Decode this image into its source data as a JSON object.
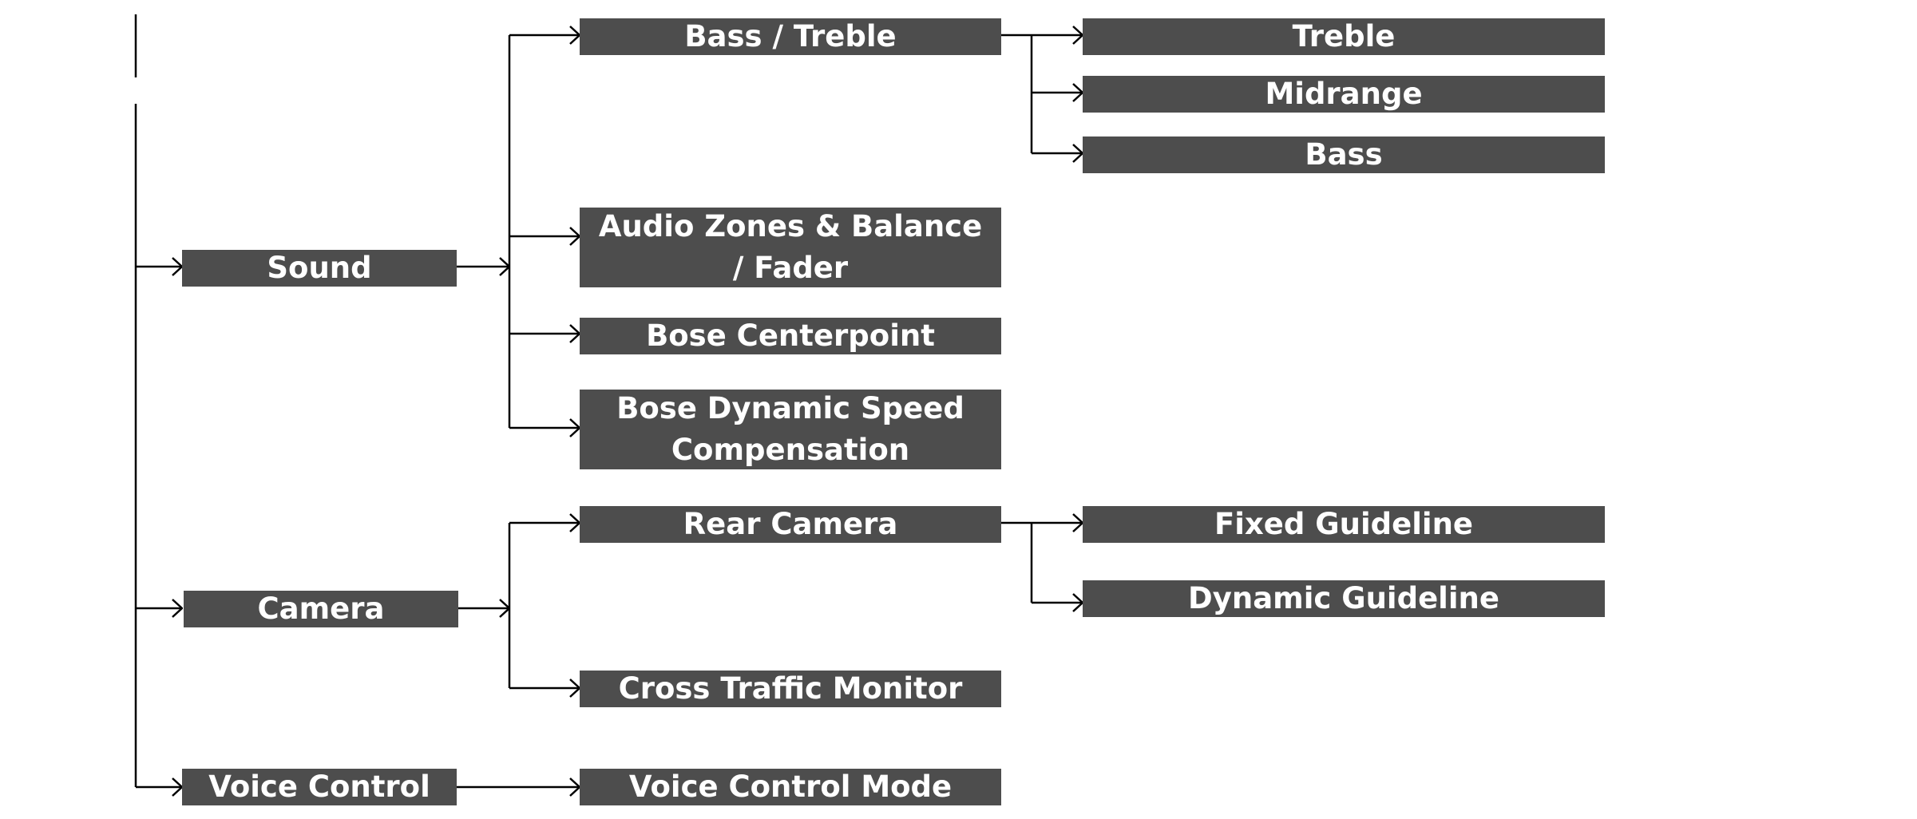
{
  "colors": {
    "box": "#4d4d4d",
    "text": "#ffffff",
    "line": "#000000"
  },
  "level1": {
    "sound": "Sound",
    "camera": "Camera",
    "voice_control": "Voice Control"
  },
  "sound_children": {
    "bass_treble": "Bass / Treble",
    "audio_zones": "Audio Zones & Balance / Fader",
    "bose_centerpoint": "Bose Centerpoint",
    "bose_dsc": "Bose Dynamic Speed Compensation"
  },
  "bass_treble_children": {
    "treble": "Treble",
    "midrange": "Midrange",
    "bass": "Bass"
  },
  "camera_children": {
    "rear_camera": "Rear Camera",
    "cross_traffic": "Cross Traffic Monitor"
  },
  "rear_camera_children": {
    "fixed_guideline": "Fixed Guideline",
    "dynamic_guideline": "Dynamic Guideline"
  },
  "voice_control_children": {
    "voice_control_mode": "Voice Control Mode"
  }
}
